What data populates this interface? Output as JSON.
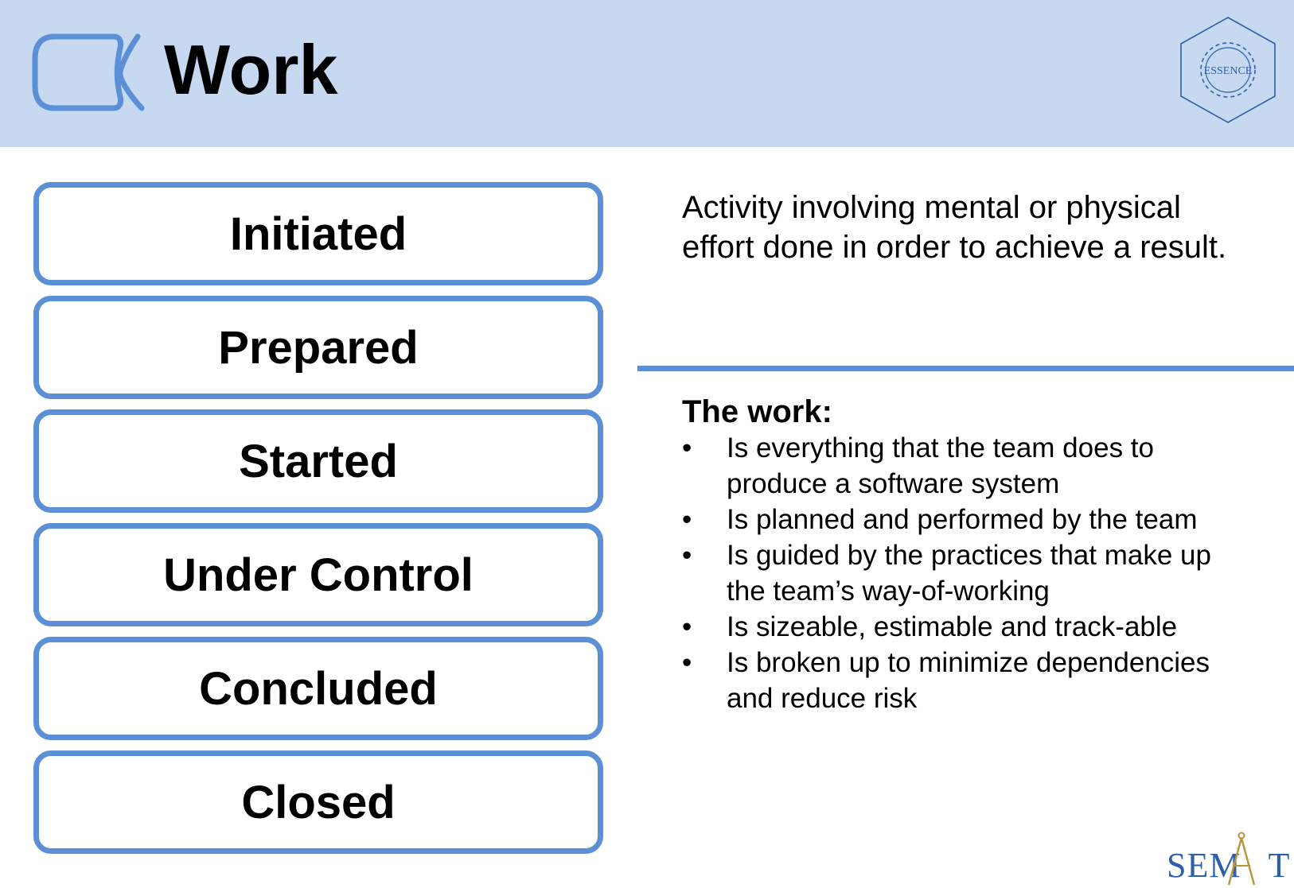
{
  "header": {
    "title": "Work",
    "alpha_icon": "alpha-symbol-icon",
    "logo_text": "ESSENCE",
    "accent_color": "#c6d9f1",
    "border_color": "#5b8fd6"
  },
  "states": [
    {
      "label": "Initiated"
    },
    {
      "label": "Prepared"
    },
    {
      "label": "Started"
    },
    {
      "label": "Under Control"
    },
    {
      "label": "Concluded"
    },
    {
      "label": "Closed"
    }
  ],
  "definition": {
    "line1": "Activity involving mental or physical",
    "line2": "effort done in order to achieve a result."
  },
  "details": {
    "heading": "The work:",
    "bullet_glyph": "•",
    "bullets": [
      {
        "line1": "Is everything that the team does to",
        "line2": "produce a software system"
      },
      {
        "line1": "Is planned and performed by the team",
        "line2": ""
      },
      {
        "line1": "Is guided by the practices that make up",
        "line2": "the team’s way-of-working"
      },
      {
        "line1": "Is sizeable, estimable and track-able",
        "line2": ""
      },
      {
        "line1": "Is broken up to minimize dependencies",
        "line2": "and reduce risk"
      }
    ]
  },
  "footer": {
    "logo_text_left": "SEM",
    "logo_text_right": "T"
  }
}
